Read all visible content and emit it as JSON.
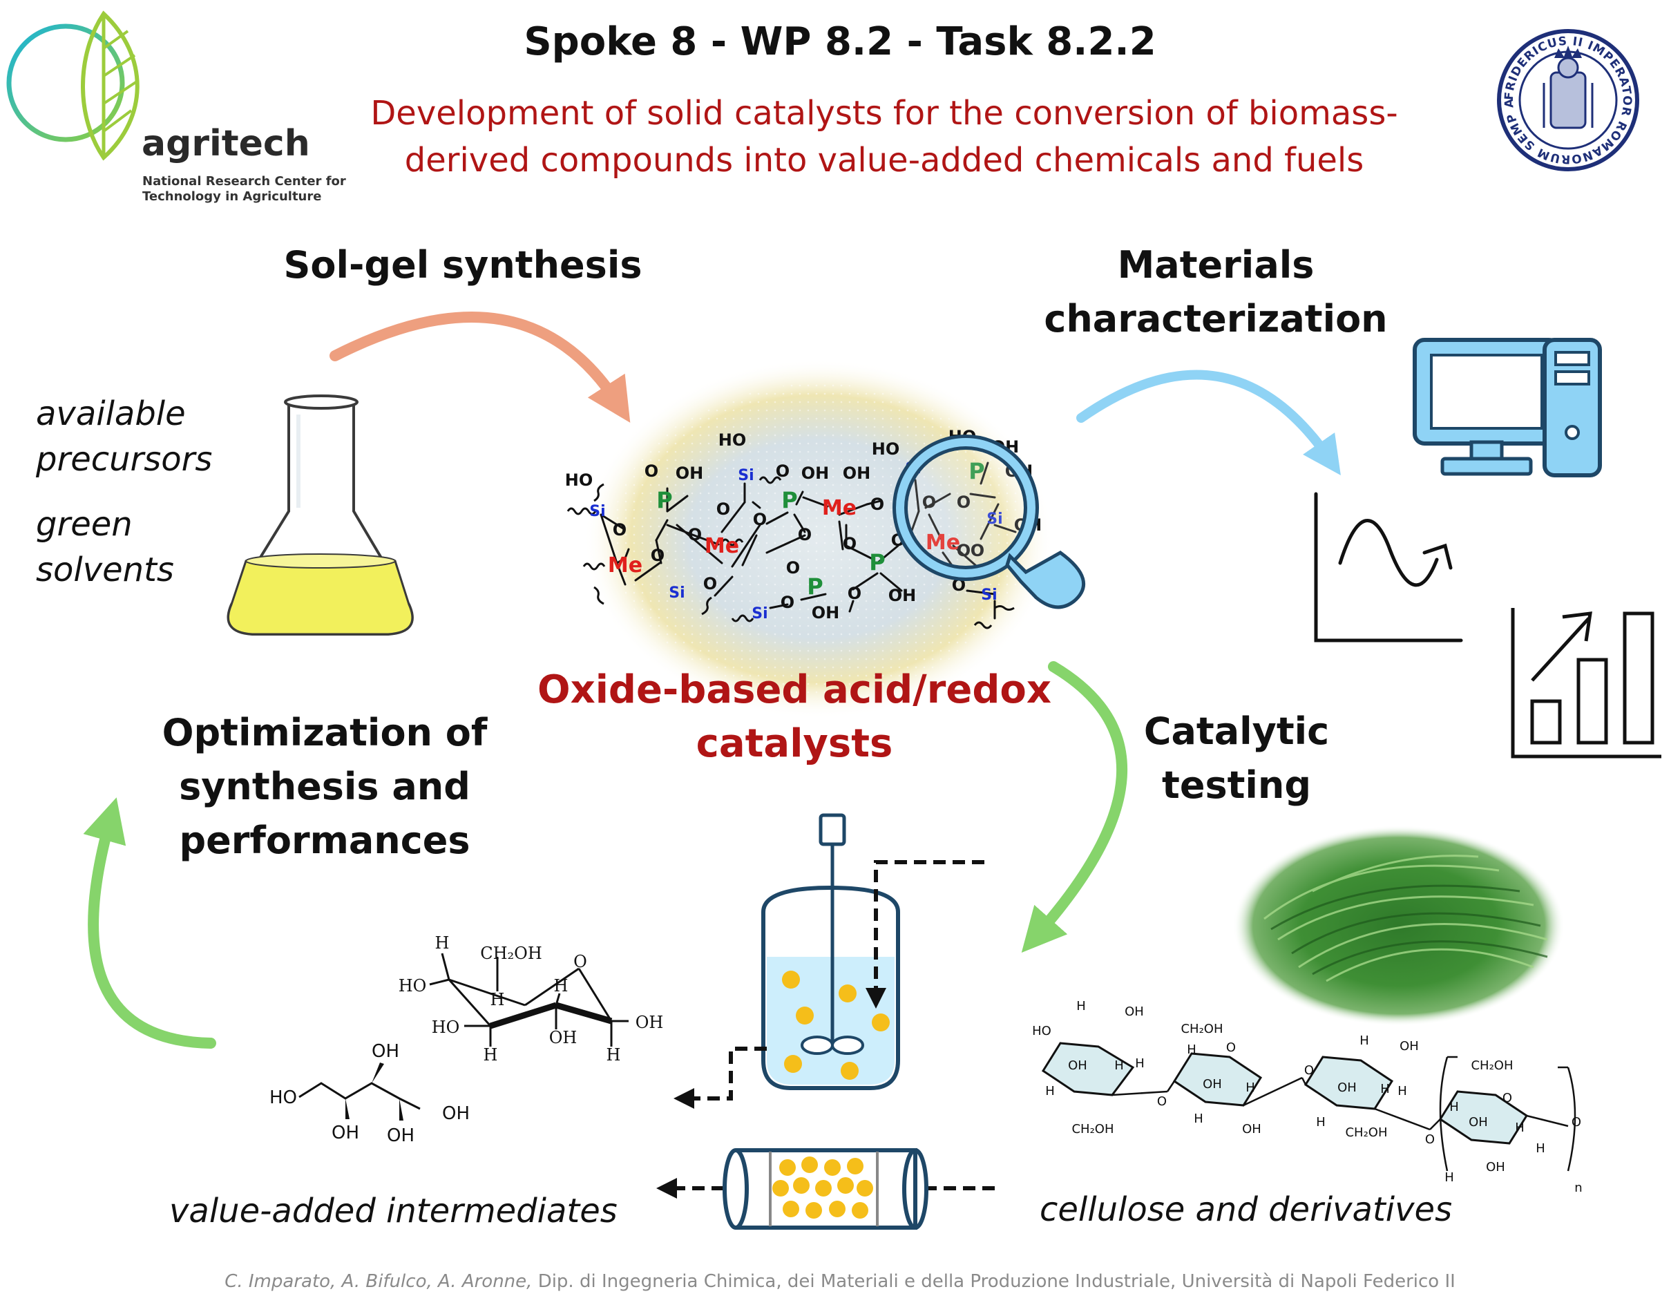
{
  "header": {
    "title": "Spoke 8 - WP 8.2 - Task 8.2.2",
    "subtitle_line1": "Development of solid catalysts for the conversion of biomass-",
    "subtitle_line2": "derived compounds into value-added chemicals and fuels"
  },
  "logo": {
    "name": "agritech",
    "desc_line1": "National Research Center for",
    "desc_line2": "Technology in Agriculture"
  },
  "seal": {
    "text": "FRIDERICUS II IMPERATOR ROMANORUM SEMP AUGUST"
  },
  "stages": {
    "solgel": "Sol-gel synthesis",
    "characterization_line1": "Materials",
    "characterization_line2": "characterization",
    "catalytic_line1": "Catalytic",
    "catalytic_line2": "testing",
    "optimization_line1": "Optimization of",
    "optimization_line2": "synthesis and",
    "optimization_line3": "performances"
  },
  "inputs": {
    "line1": "available",
    "line2": "precursors",
    "line3": "green",
    "line4": "solvents"
  },
  "center": {
    "line1": "Oxide-based acid/redox",
    "line2": "catalysts"
  },
  "labels": {
    "products": "value-added intermediates",
    "feedstock": "cellulose and derivatives"
  },
  "structure_labels": {
    "ho": "HO",
    "oh": "OH",
    "si": "Si",
    "p": "P",
    "me": "Me",
    "o": "O",
    "h": "H",
    "ch2oh": "CH₂OH",
    "n": "n"
  },
  "footer": {
    "authors": "C. Imparato, A. Bifulco, A. Aronne,",
    "affiliation": "Dip. di Ingegneria Chimica, dei Materiali e della Produzione Industriale, Università di Napoli Federico II"
  },
  "colors": {
    "accent_red": "#b01515",
    "arrow_orange": "#ee9f7f",
    "arrow_blue": "#8fd3f5",
    "arrow_green": "#86d46b",
    "si_blue": "#1a2fd1",
    "p_green": "#1f8f3a",
    "me_red": "#e0201c",
    "navy": "#1e4767"
  }
}
